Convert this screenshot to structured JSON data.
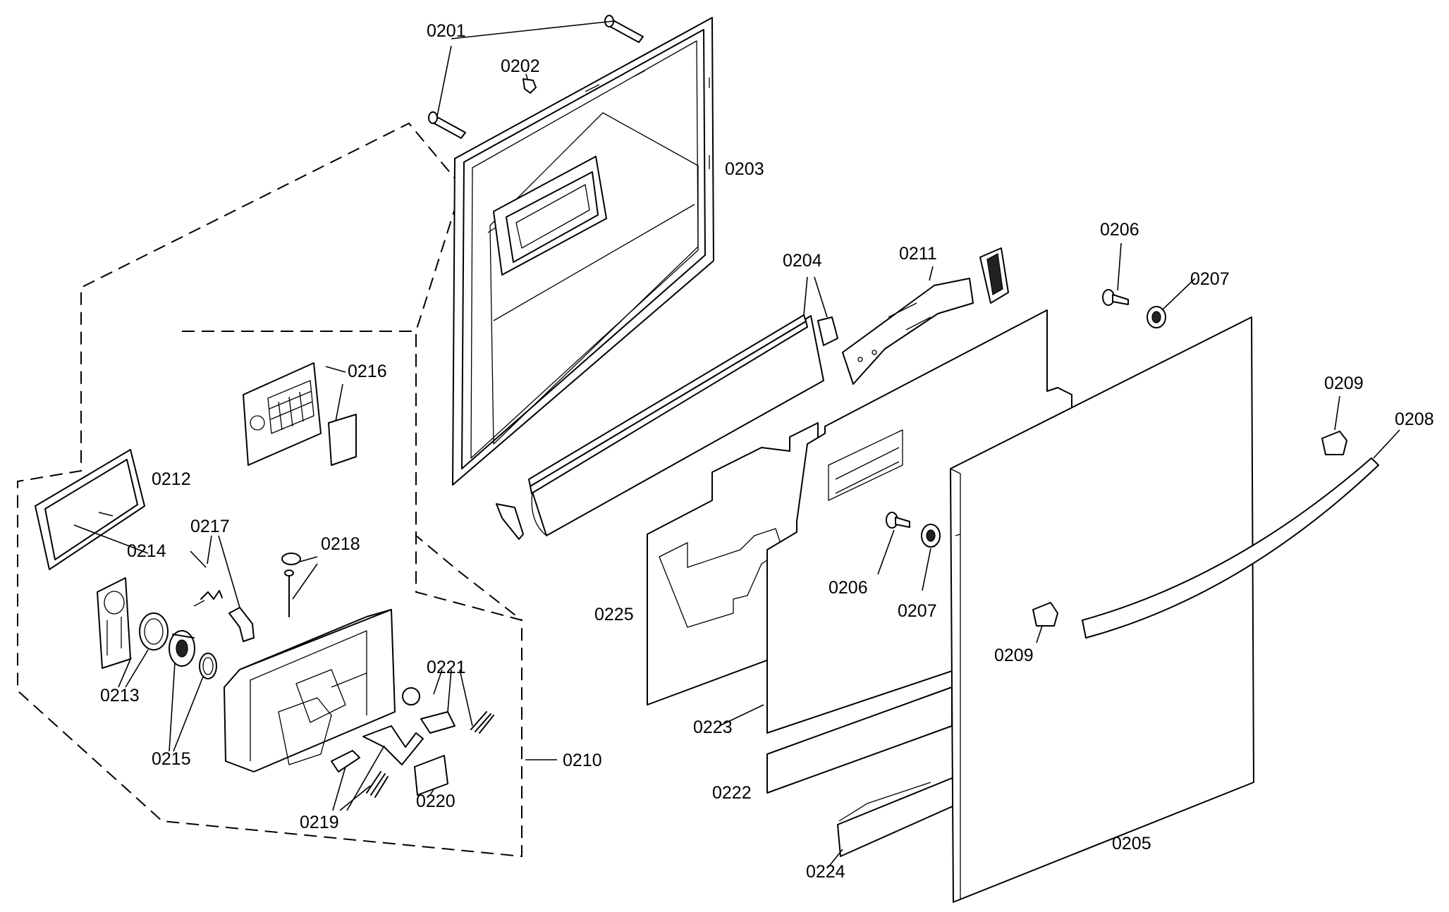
{
  "diagram": {
    "labels": {
      "p0201": "0201",
      "p0202": "0202",
      "p0203": "0203",
      "p0204": "0204",
      "p0205": "0205",
      "p0206a": "0206",
      "p0206b": "0206",
      "p0207a": "0207",
      "p0207b": "0207",
      "p0208": "0208",
      "p0209a": "0209",
      "p0209b": "0209",
      "p0210": "0210",
      "p0211": "0211",
      "p0212": "0212",
      "p0213": "0213",
      "p0214": "0214",
      "p0215": "0215",
      "p0216": "0216",
      "p0217": "0217",
      "p0218": "0218",
      "p0219": "0219",
      "p0220": "0220",
      "p0221": "0221",
      "p0222": "0222",
      "p0223": "0223",
      "p0224": "0224",
      "p0225": "0225"
    }
  }
}
